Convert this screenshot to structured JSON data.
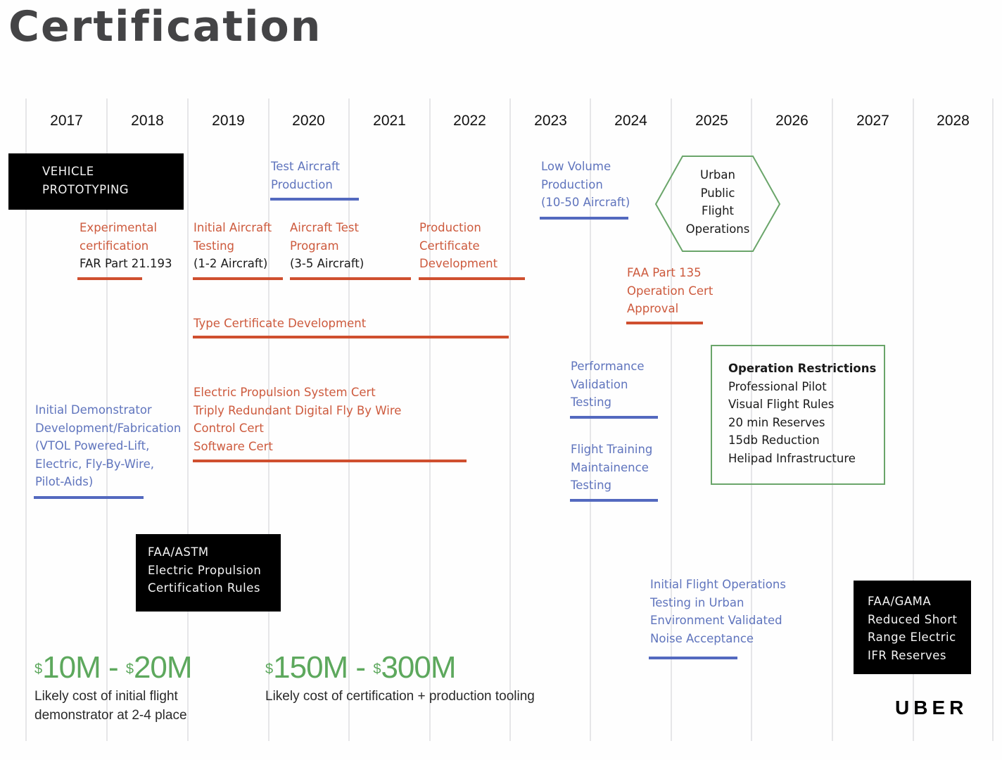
{
  "title": "Certification",
  "colors": {
    "certification_track": "#cd5a3d",
    "production_testing_track": "#5f74bd",
    "operations": "#6aa56a",
    "regulatory_box": "#000000",
    "cost": "#5da85d"
  },
  "timeline": {
    "years": [
      "2017",
      "2018",
      "2019",
      "2020",
      "2021",
      "2022",
      "2023",
      "2024",
      "2025",
      "2026",
      "2027",
      "2028"
    ]
  },
  "black_boxes": {
    "vehicle_prototyping": [
      "VEHICLE",
      "PROTOTYPING"
    ],
    "faa_astm": [
      "FAA/ASTM",
      "Electric Propulsion",
      "Certification Rules"
    ],
    "faa_gama": [
      "FAA/GAMA",
      "Reduced Short",
      "Range Electric",
      "IFR Reserves"
    ]
  },
  "blue_items": {
    "test_aircraft_production": [
      "Test Aircraft",
      "Production"
    ],
    "low_volume_production": [
      "Low Volume",
      "Production",
      "(10-50 Aircraft)"
    ],
    "initial_demonstrator": [
      "Initial Demonstrator",
      "Development/Fabrication",
      "(VTOL Powered-Lift,",
      "Electric, Fly-By-Wire,",
      "Pilot-Aids)"
    ],
    "performance_validation": [
      "Performance",
      "Validation",
      "Testing"
    ],
    "flight_training": [
      "Flight Training",
      "Maintainence",
      "Testing"
    ],
    "initial_flight_ops": [
      "Initial Flight Operations",
      "Testing in Urban",
      "Environment Validated",
      "Noise Acceptance"
    ]
  },
  "red_items": {
    "experimental_cert": {
      "lines": [
        "Experimental",
        "certification"
      ],
      "sub": "FAR Part 21.193"
    },
    "initial_aircraft_testing": {
      "lines": [
        "Initial Aircraft",
        "Testing"
      ],
      "sub": "(1-2 Aircraft)"
    },
    "aircraft_test_program": {
      "lines": [
        "Aircraft Test",
        "Program"
      ],
      "sub": "(3-5 Aircraft)"
    },
    "production_certificate": {
      "lines": [
        "Production",
        "Certificate",
        "Development"
      ]
    },
    "faa_part_135": {
      "lines": [
        "FAA Part 135",
        "Operation Cert",
        "Approval"
      ]
    },
    "type_certificate": {
      "lines": [
        "Type Certificate Development"
      ]
    },
    "electric_propulsion": {
      "lines": [
        "Electric Propulsion System Cert",
        "Triply Redundant Digital Fly By Wire",
        "Control Cert",
        "Software Cert"
      ]
    }
  },
  "urban_public_flight": [
    "Urban",
    "Public",
    "Flight",
    "Operations"
  ],
  "operation_restrictions": {
    "heading": "Operation Restrictions",
    "items": [
      "Professional Pilot",
      "Visual Flight Rules",
      "20 min Reserves",
      "15db Reduction",
      "Helipad Infrastructure"
    ]
  },
  "costs": [
    {
      "low_symbol": "$",
      "low": "10M",
      "separator": " - ",
      "high_symbol": "$",
      "high": "20M",
      "caption": [
        "Likely cost of initial flight",
        "demonstrator at 2-4 place"
      ]
    },
    {
      "low_symbol": "$",
      "low": "150M",
      "separator": " - ",
      "high_symbol": "$",
      "high": "300M",
      "caption": [
        "Likely cost of certification + production tooling"
      ]
    }
  ],
  "logo": "UBER"
}
